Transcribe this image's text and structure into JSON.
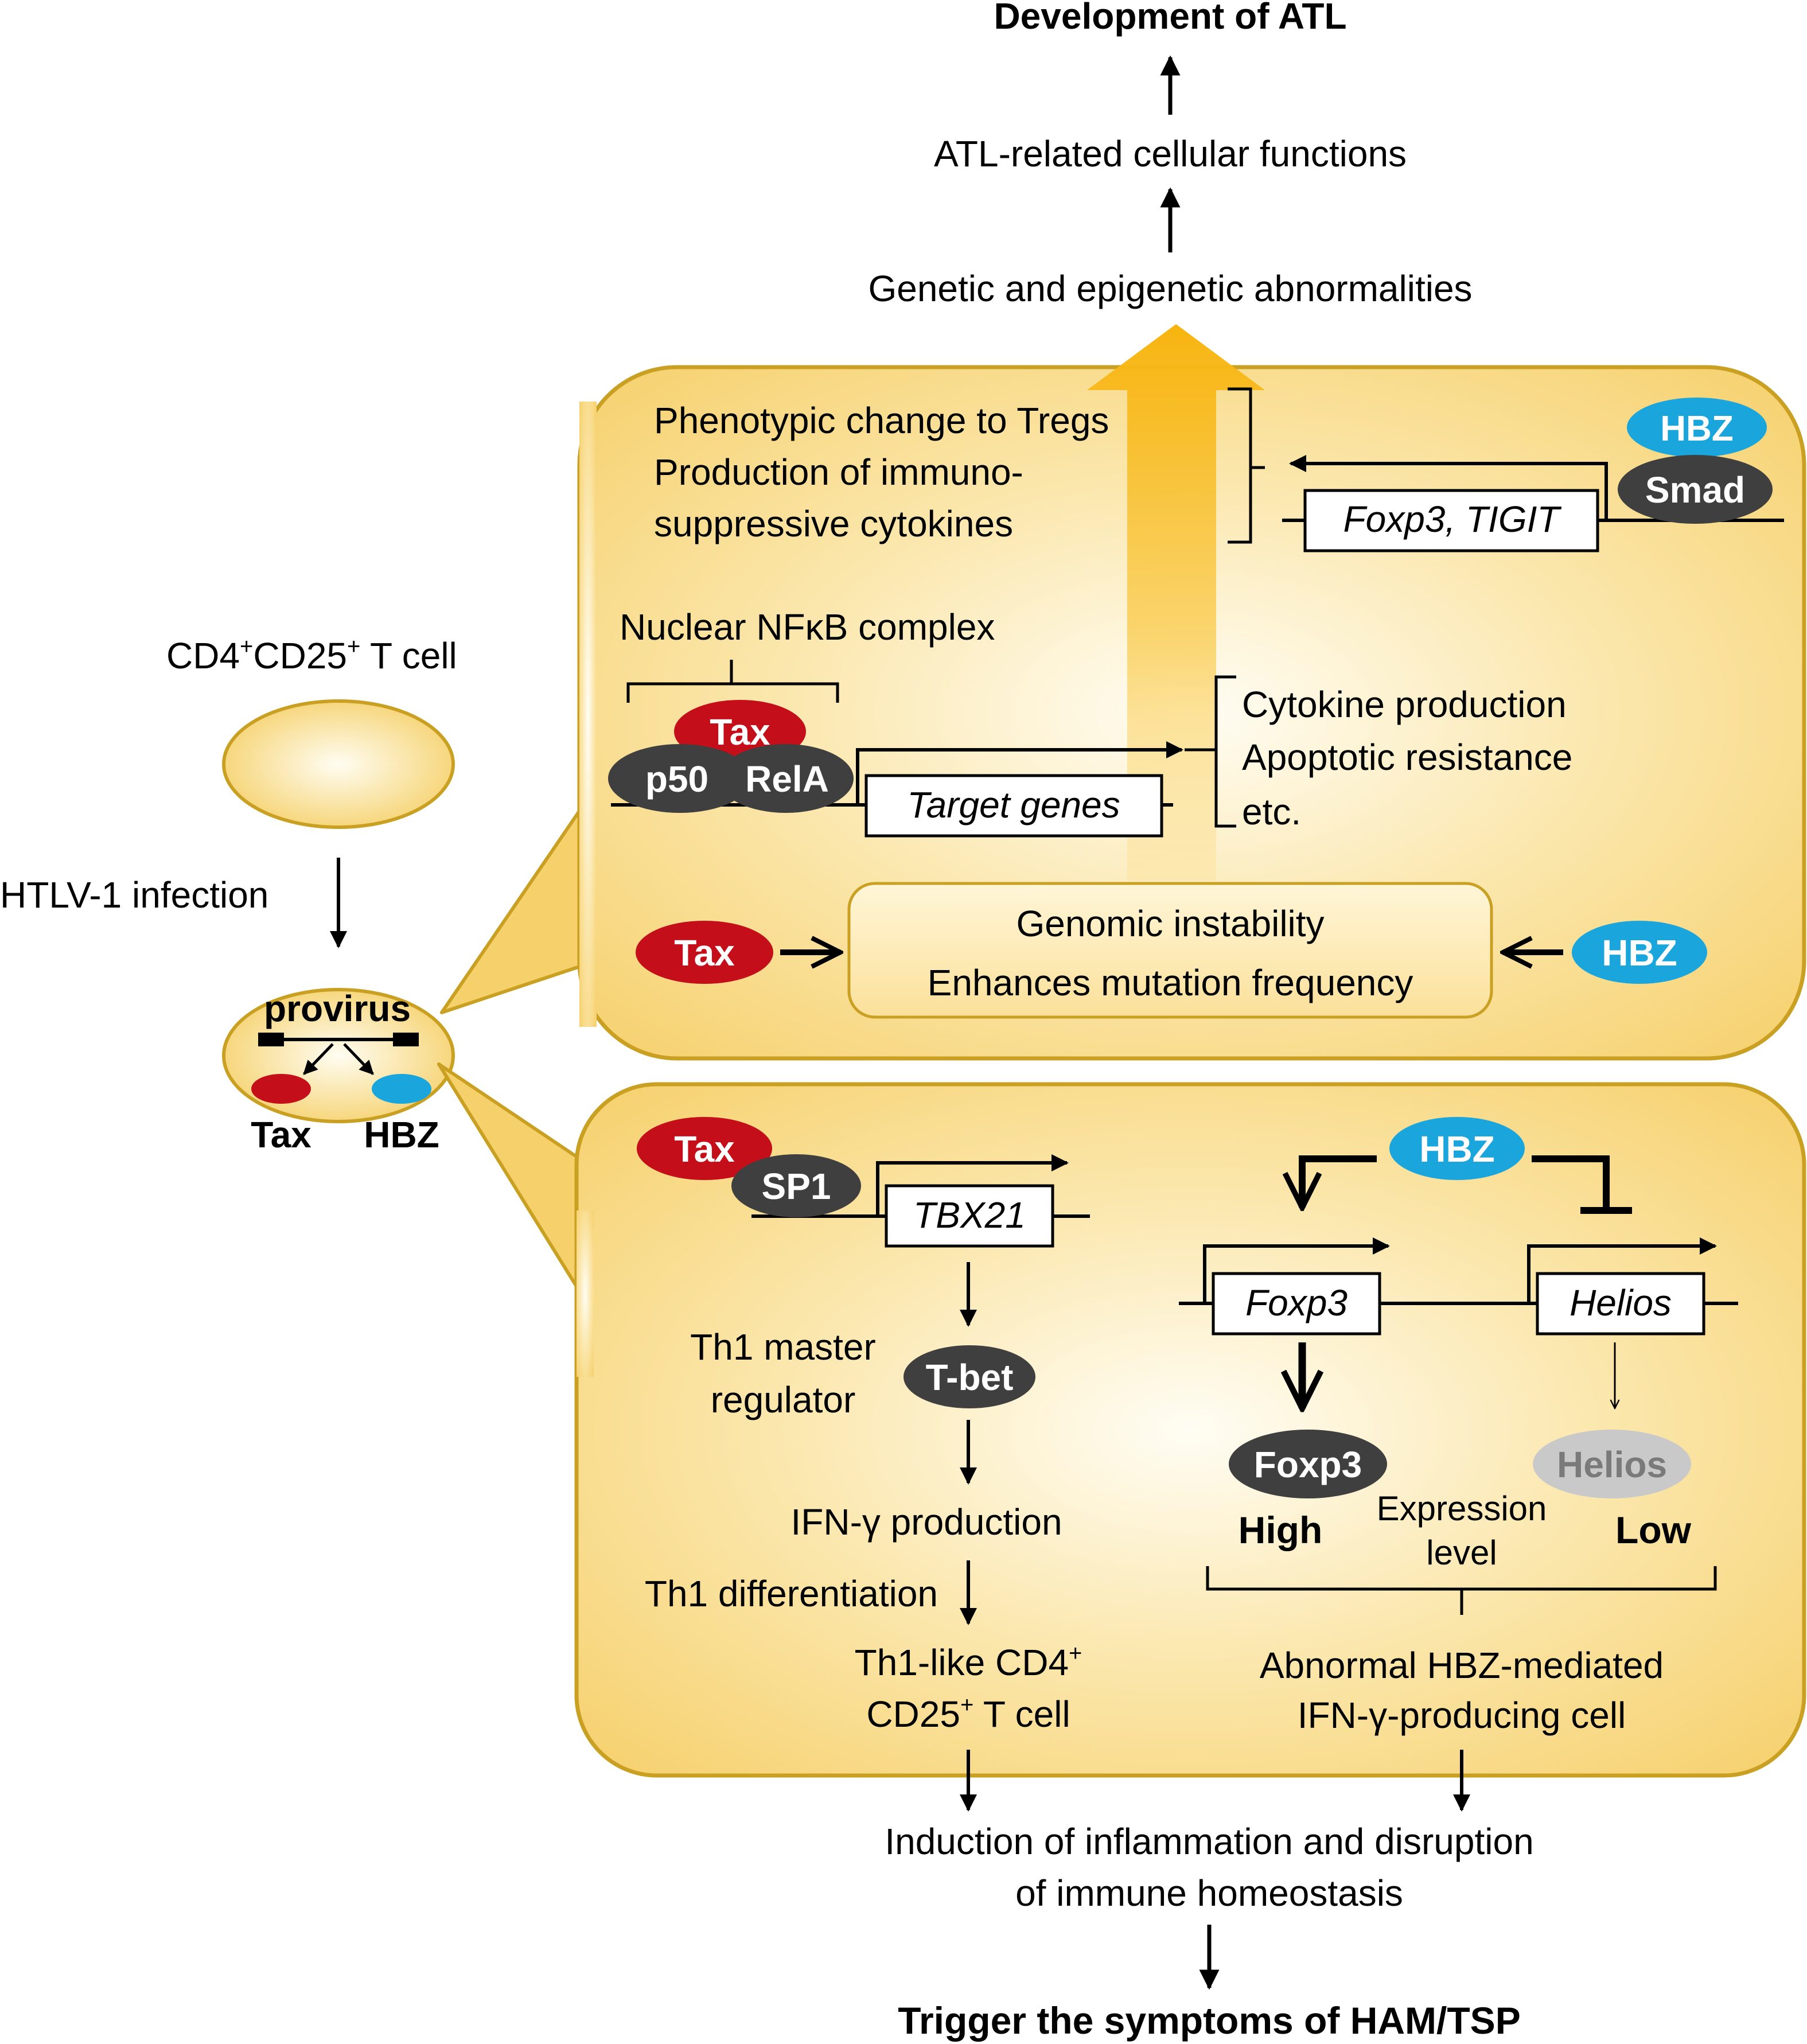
{
  "top": {
    "development": "Development of ATL",
    "cellular_functions": "ATL-related cellular functions",
    "abnormalities": "Genetic and epigenetic abnormalities"
  },
  "left": {
    "cell_label_main": "CD4",
    "cell_label_sup1": "+",
    "cell_label_mid": "CD25",
    "cell_label_sup2": "+",
    "cell_label_end": " T cell",
    "infection": "HTLV-1 infection",
    "provirus": "provirus",
    "tax": "Tax",
    "hbz": "HBZ"
  },
  "upper_panel": {
    "treg_line1": "Phenotypic change to Tregs",
    "treg_line2": "Production of immuno-",
    "treg_line3": "suppressive cytokines",
    "hbz": "HBZ",
    "smad": "Smad",
    "foxp3_tigit": "Foxp3, TIGIT",
    "nfkb_title": "Nuclear NFκB complex",
    "tax": "Tax",
    "p50": "p50",
    "rela": "RelA",
    "target_genes": "Target genes",
    "effect1": "Cytokine production",
    "effect2": "Apoptotic resistance",
    "effect3": "etc.",
    "tax2": "Tax",
    "hbz2": "HBZ",
    "genomic1": "Genomic instability",
    "genomic2": "Enhances mutation frequency"
  },
  "lower_panel": {
    "tax": "Tax",
    "sp1": "SP1",
    "tbx21": "TBX21",
    "th1_master1": "Th1 master",
    "th1_master2": "regulator",
    "tbet": "T-bet",
    "ifn": "IFN-γ production",
    "th1_diff": "Th1 differentiation",
    "th1like_line1_main": "Th1-like CD4",
    "th1like_line1_sup": "+",
    "th1like_line2_main": "CD25",
    "th1like_line2_sup": "+",
    "th1like_line2_end": " T cell",
    "hbz": "HBZ",
    "foxp3_gene": "Foxp3",
    "helios_gene": "Helios",
    "foxp3_protein": "Foxp3",
    "helios_protein": "Helios",
    "high": "High",
    "low": "Low",
    "expression1": "Expression",
    "expression2": "level",
    "abnormal1": "Abnormal HBZ-mediated",
    "abnormal2": "IFN-γ-producing cell"
  },
  "bottom": {
    "induction1": "Induction of inflammation and disruption",
    "induction2": "of immune homeostasis",
    "trigger": "Trigger the symptoms of HAM/TSP"
  },
  "colors": {
    "panel_fill": "#f6d06a",
    "panel_stroke": "#c9a022",
    "tax_red": "#c40f1b",
    "hbz_blue": "#1aa5dc",
    "dark_oval": "#3f3f3f",
    "helios_gray": "#c9c9c9"
  }
}
